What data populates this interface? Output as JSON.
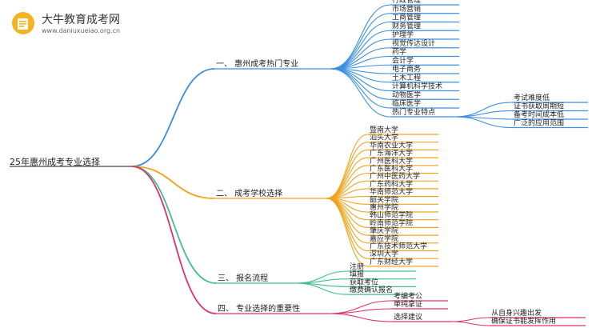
{
  "logo": {
    "title": "大牛教育成考网",
    "subtitle": "www.daniuxueiao.org.cn"
  },
  "colors": {
    "blue": "#3a8fe0",
    "orange": "#f0a41c",
    "green": "#3cbf8a",
    "pink": "#e0306a",
    "root_line": "#444444"
  },
  "mindmap": {
    "root": "25年惠州成考专业选择",
    "branches": [
      {
        "label": "一、 惠州成考热门专业",
        "color": "blue",
        "children": [
          "行政管理",
          "市场营销",
          "工商管理",
          "财务管理",
          "护理学",
          "视觉传达设计",
          "药学",
          "会计学",
          "电子商务",
          "土木工程",
          "计算机科学技术",
          "动物医学",
          "临床医学"
        ],
        "sub": {
          "label": "热门专业特点",
          "children": [
            "考试难度低",
            "证书获取周期短",
            "备考时间成本低",
            "广泛的应用范围"
          ]
        }
      },
      {
        "label": "二、 成考学校选择",
        "color": "orange",
        "children": [
          "暨南大学",
          "汕头大学",
          "华南农业大学",
          "广东海洋大学",
          "广州医科大学",
          "广东医科大学",
          "广州中医药大学",
          "广东药科大学",
          "华南师范大学",
          "韶关学院",
          "惠州学院",
          "韩山师范学院",
          "岭南师范学院",
          "肇庆学院",
          "嘉应学院",
          "广东技术师范大学",
          "深圳大学",
          "广东财经大学"
        ]
      },
      {
        "label": "三、 报名流程",
        "color": "green",
        "children": [
          "注册",
          "填报",
          "获取考位",
          "缴费确认报名"
        ]
      },
      {
        "label": "四、 专业选择的重要性",
        "color": "pink",
        "children": [
          "考编考公",
          "单纯拿证"
        ],
        "sub": {
          "label": "选择建议",
          "children": [
            "从自身兴趣出发",
            "确保证书能发挥作用"
          ]
        }
      }
    ]
  }
}
